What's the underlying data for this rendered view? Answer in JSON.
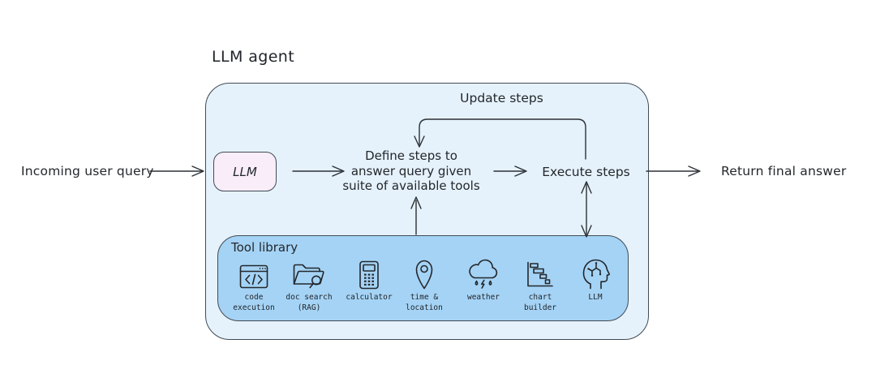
{
  "diagram": {
    "title": "LLM agent",
    "input_label": "Incoming user query",
    "output_label": "Return final answer",
    "nodes": {
      "llm": "LLM",
      "define_steps": "Define steps to\nanswer query given\nsuite of available tools",
      "execute_steps": "Execute steps",
      "update_steps": "Update steps"
    },
    "tool_library": {
      "title": "Tool library",
      "tools": [
        {
          "icon": "code-window-icon",
          "label": "code\nexecution"
        },
        {
          "icon": "folder-search-icon",
          "label": "doc search\n(RAG)"
        },
        {
          "icon": "calculator-icon",
          "label": "calculator"
        },
        {
          "icon": "map-pin-icon",
          "label": "time &\nlocation"
        },
        {
          "icon": "rain-cloud-icon",
          "label": "weather"
        },
        {
          "icon": "gantt-chart-icon",
          "label": "chart\nbuilder"
        },
        {
          "icon": "brain-head-icon",
          "label": "LLM"
        }
      ]
    },
    "colors": {
      "container_fill": "#e6f2fb",
      "tool_library_fill": "#a5d3f5",
      "llm_box_fill": "#f8edf9",
      "box_stroke": "#414b55",
      "arrow_stroke": "#2b3036",
      "text": "#1f2328",
      "background": "#ffffff"
    }
  }
}
